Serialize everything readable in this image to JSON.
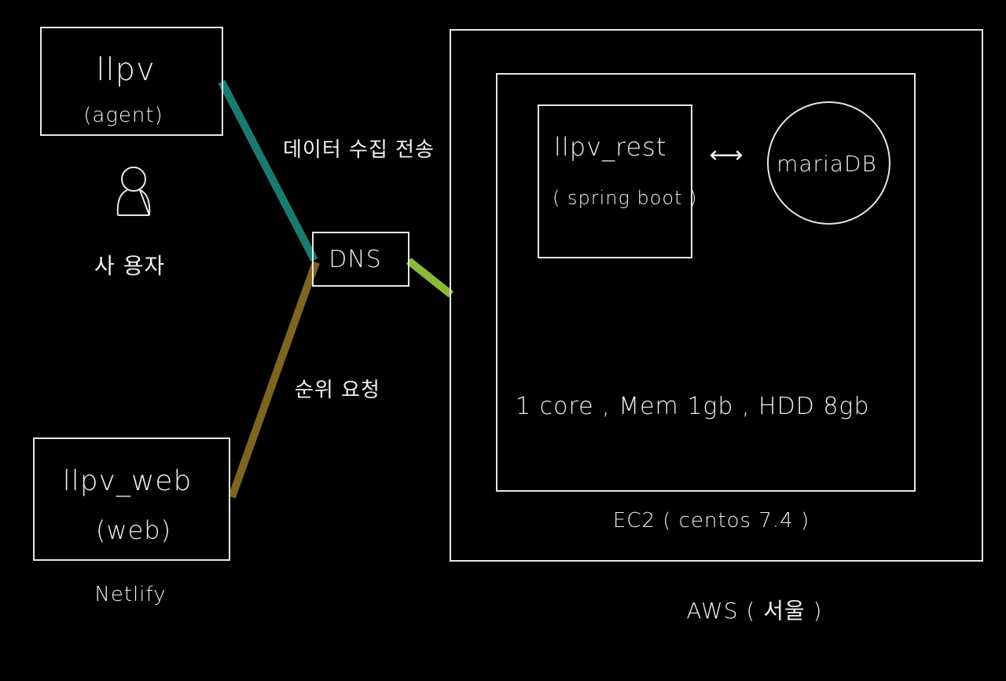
{
  "nodes": {
    "agent": {
      "title": "llpv",
      "subtitle": "(agent)"
    },
    "user_label": "사 용자",
    "web": {
      "title": "llpv_web",
      "subtitle": "(web)"
    },
    "web_host": "Netlify",
    "dns": "DNS",
    "rest": {
      "title": "llpv_rest",
      "subtitle": "( spring boot )"
    },
    "db": "mariaDB",
    "bidirectional_arrow": "⟷",
    "specs": "1 core   ,  Mem  1gb , HDD 8gb",
    "ec2": "EC2 ( centos 7.4 )",
    "aws": "AWS ( 서울 )"
  },
  "edges": {
    "agent_dns": {
      "label": "데이터 수집 전송",
      "color": "#1b7a6e"
    },
    "web_dns": {
      "label": "순위 요청",
      "color": "#7d6420"
    },
    "dns_ec2": {
      "label": "",
      "color": "#8bb83a"
    }
  },
  "colors": {
    "background": "#000000",
    "stroke": "#e6e6e6"
  }
}
